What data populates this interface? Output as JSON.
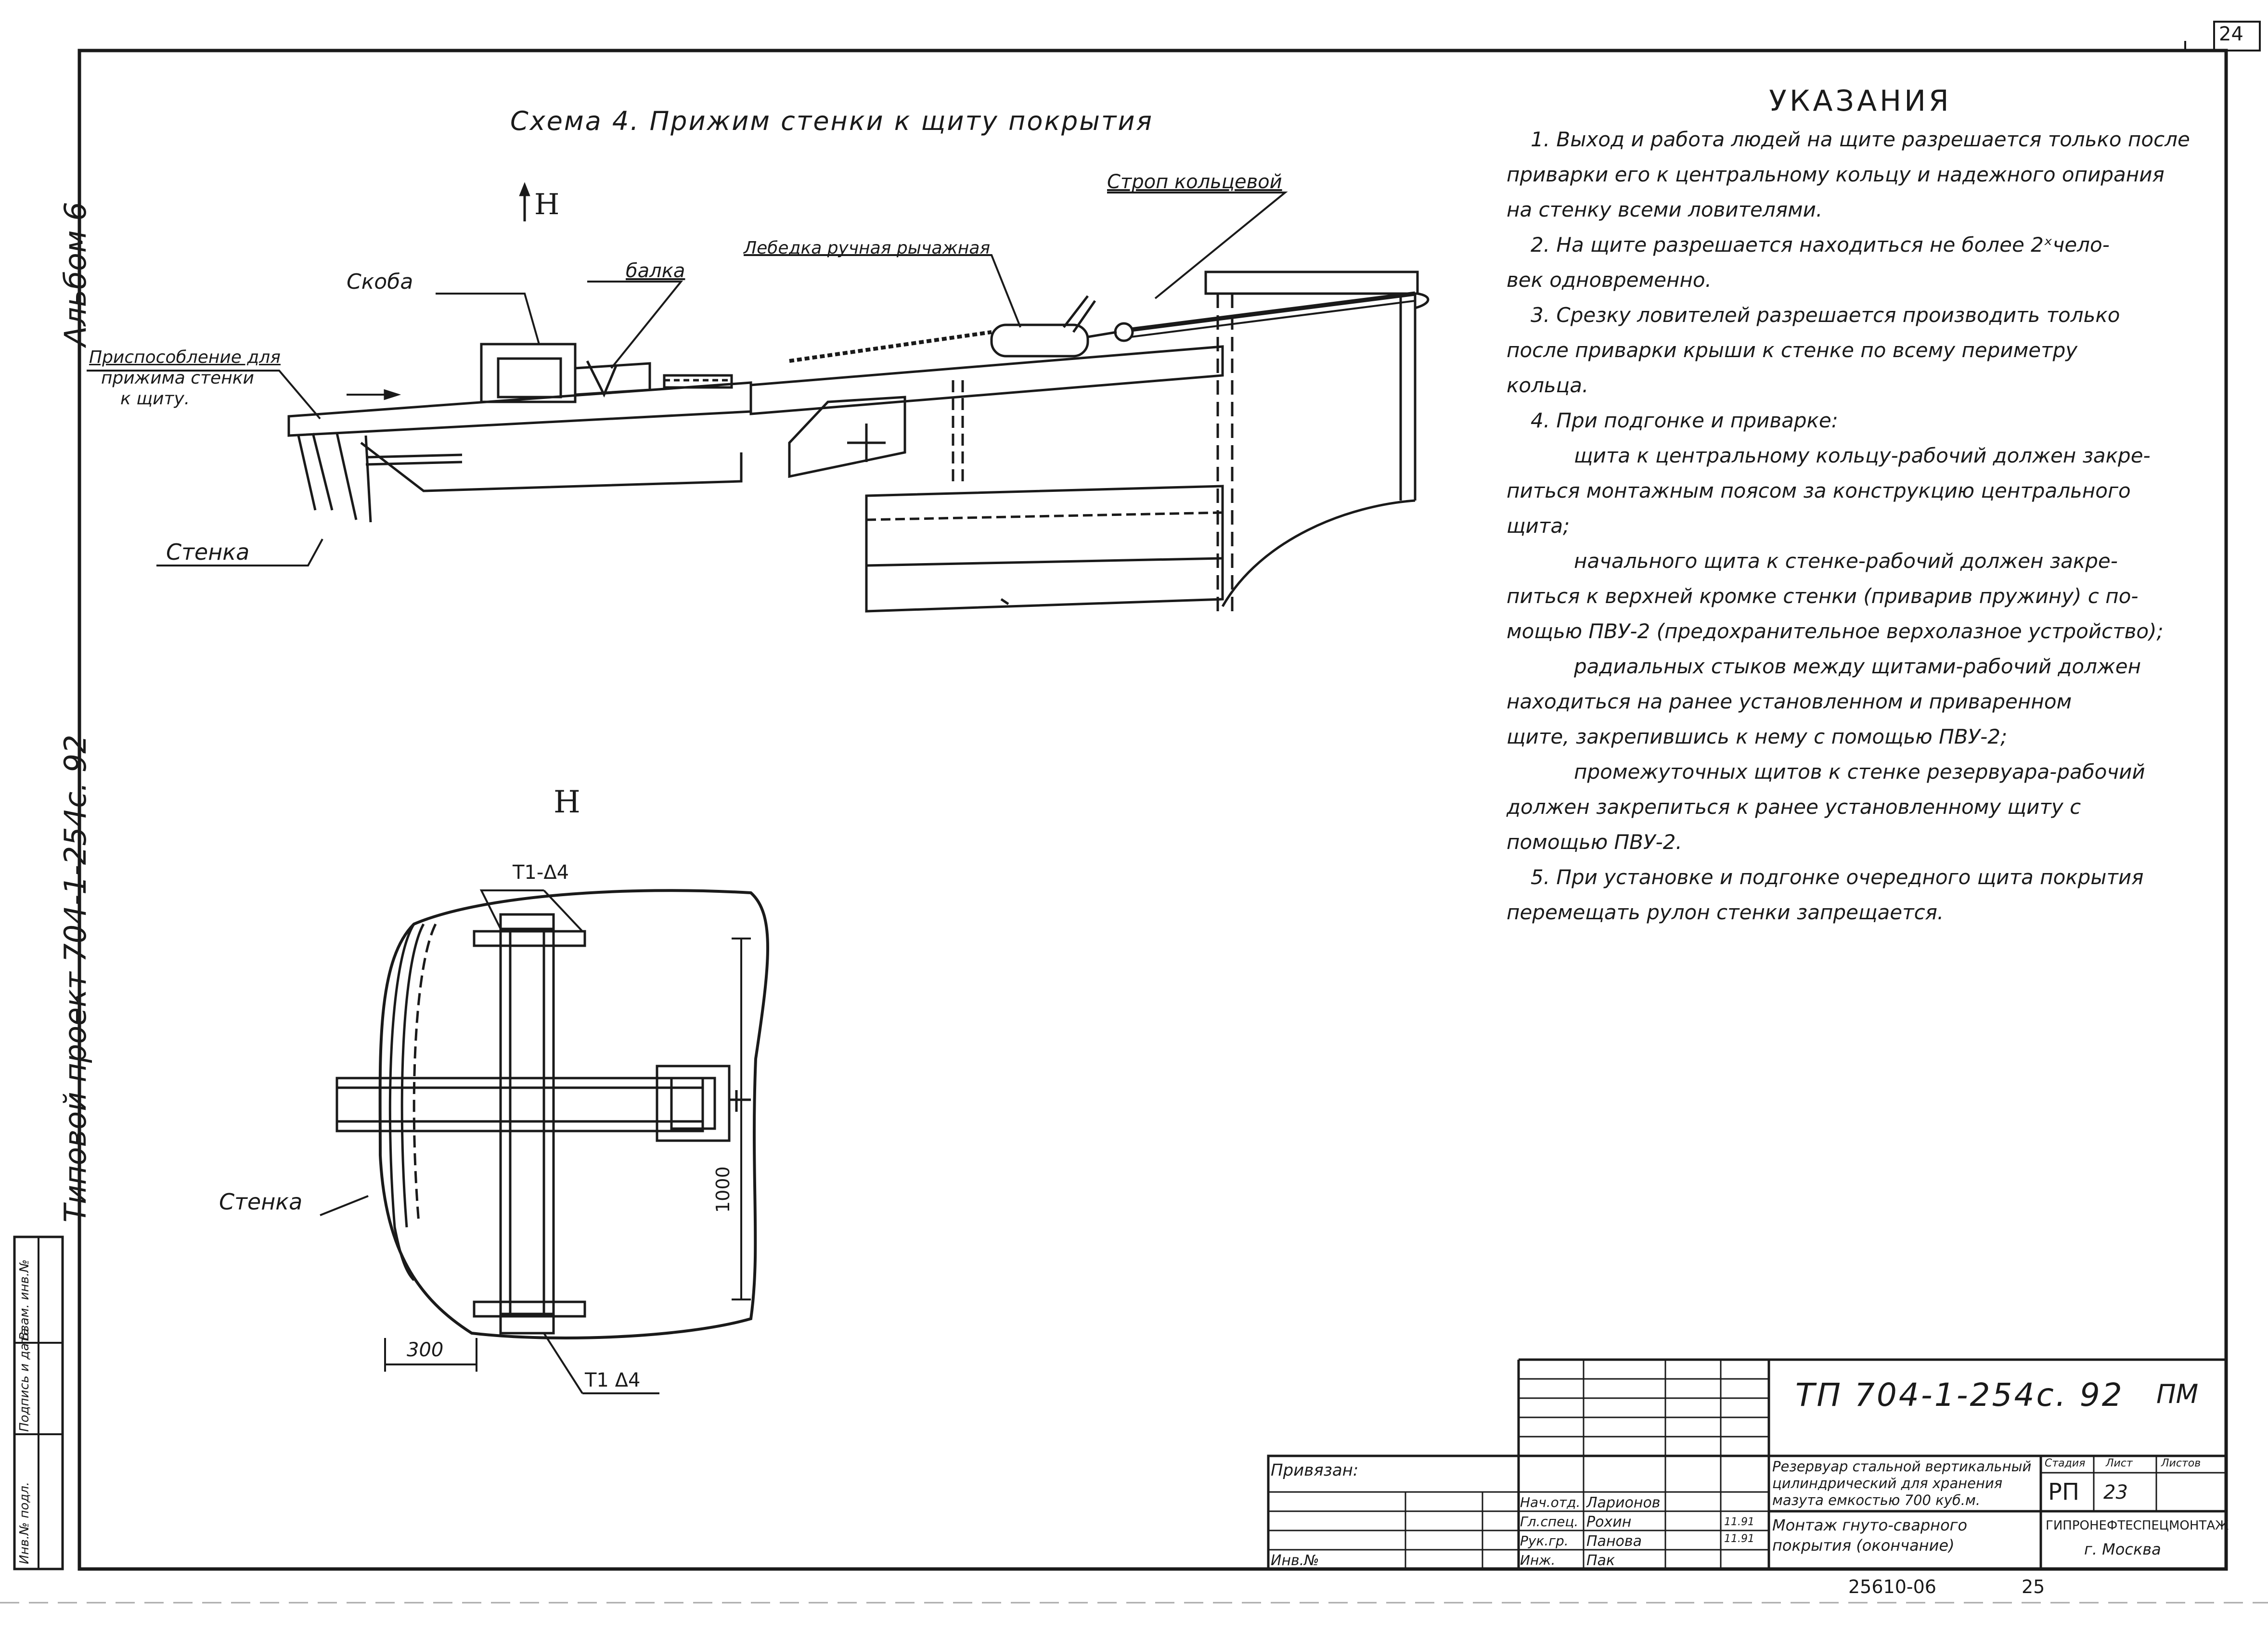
{
  "sheet_corner": "24",
  "album": "Альбом 6",
  "side_project": "Типовой проект 704-1-254с. 92",
  "left_stamp": [
    "Инв.№ подл.",
    "Подпись и дата",
    "Взам. инв.№"
  ],
  "scheme_title": "Схема 4. Прижим стенки к щиту покрытия",
  "labels": {
    "view_mark": "Н",
    "strop": "Строп кольцевой",
    "winch": "Лебедка ручная рычажная",
    "bracket": "Скоба",
    "beam": "балка",
    "device": [
      "Приспособление для",
      "прижима стенки",
      "к щиту."
    ],
    "wall_1": "Стенка",
    "view_h": "Н",
    "t1_top": "Т1-Δ4",
    "t1_bottom": "Т1 Δ4",
    "wall_2": "Стенка",
    "dim_1000": "1000",
    "dim_300": "300"
  },
  "notes": {
    "title": "УКАЗАНИЯ",
    "lines": [
      "1. Выход и работа людей на щите разрешается только после",
      "приварки его к центральному кольцу и надежного опирания",
      "на стенку всеми ловителями.",
      "2. На щите разрешается находиться не более 2ˣчело-",
      "век одновременно.",
      "3. Срезку ловителей разрешается производить только",
      "после приварки крыши к стенке по всему периметру",
      "кольца.",
      "4. При подгонке и приварке:",
      "щита к центральному кольцу-рабочий должен закре-",
      "питься монтажным поясом за конструкцию центрального",
      "щита;",
      "начального щита к стенке-рабочий должен закре-",
      "питься к верхней кромке стенки (приварив пружину) с по-",
      "мощью ПВУ-2 (предохранительное верхолазное устройство);",
      "радиальных стыков между щитами-рабочий должен",
      "находиться на ранее установленном и приваренном",
      "щите, закрепившись к нему с помощью ПВУ-2;",
      "промежуточных щитов к стенке резервуара-рабочий",
      "должен закрепиться к ранее установленному щиту с",
      "помощью ПВУ-2.",
      "5. При установке и подгонке очередного щита покрытия",
      "перемещать рулон стенки запрещается."
    ]
  },
  "title_block": {
    "code": "ТП 704-1-254с. 92",
    "mark": "ПМ",
    "tied": "Привязан:",
    "inv": "Инв.№",
    "description": [
      "Резервуар стальной вертикальный",
      "цилиндрический для хранения",
      "мазута емкостью 700 куб.м."
    ],
    "title": [
      "Монтаж гнуто-сварного",
      "покрытия (окончание)"
    ],
    "stage_label": "Стадия",
    "sheet_label": "Лист",
    "sheets_label": "Листов",
    "stage": "РП",
    "sheet": "23",
    "org": [
      "ГИПРОНЕФТЕСПЕЦМОНТАЖ",
      "г. Москва"
    ],
    "roles": [
      "Нач.отд.",
      "Гл.спец.",
      "Рук.гр.",
      "Инж."
    ],
    "names": [
      "Ларионов",
      "Рохин",
      "Панова",
      "Пак"
    ],
    "dates": [
      "11.91",
      "11.91"
    ],
    "footer_number": "25610-06",
    "footer_page": "25"
  }
}
